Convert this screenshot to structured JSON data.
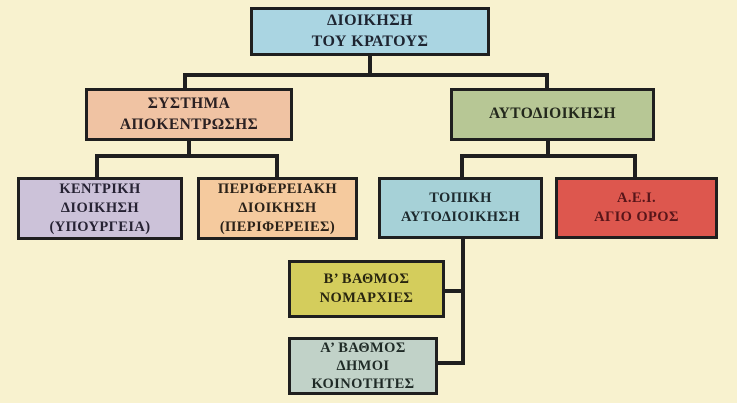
{
  "diagram": {
    "title": "ΔΙΟΙΚΗΣΗ ΤΟΥ ΚΡΑΤΟΥΣ",
    "background_color": "#f8f2cf",
    "connector_color": "#1f1f1f",
    "border_color": "#1f1f1f",
    "nodes": {
      "state_administration": {
        "lines": [
          "ΔΙΟΙΚΗΣΗ",
          "ΤΟΥ ΚΡΑΤΟΥΣ"
        ],
        "fill": "#aad5e2",
        "text_color": "#1e2430"
      },
      "decentralization_system": {
        "lines": [
          "ΣΥΣΤΗΜΑ",
          "ΑΠΟΚΕΝΤΡΩΣΗΣ"
        ],
        "fill": "#f0c3a3",
        "text_color": "#2a2022"
      },
      "self_government": {
        "lines": [
          "ΑΥΤΟΔΙΟΙΚΗΣΗ"
        ],
        "fill": "#b7c795",
        "text_color": "#23281c"
      },
      "central_administration": {
        "lines": [
          "ΚΕΝΤΡΙΚΗ",
          "ΔΙΟΙΚΗΣΗ",
          "(ΥΠΟΥΡΓΕΙΑ)"
        ],
        "fill": "#ccc2d9",
        "text_color": "#262233"
      },
      "regional_administration": {
        "lines": [
          "ΠΕΡΙΦΕΡΕΙΑΚΗ",
          "ΔΙΟΙΚΗΣΗ",
          "(ΠΕΡΙΦΕΡΕΙΕΣ)"
        ],
        "fill": "#f5ca9e",
        "text_color": "#2a2118"
      },
      "local_self_government": {
        "lines": [
          "ΤΟΠΙΚΗ",
          "ΑΥΤΟΔΙΟΙΚΗΣΗ"
        ],
        "fill": "#a6d1d7",
        "text_color": "#1d2a2e"
      },
      "aei_agio_oros": {
        "lines": [
          "Α.Ε.Ι.",
          "ΑΓΙΟ ΟΡΟΣ"
        ],
        "fill": "#dd574e",
        "text_color": "#571519"
      },
      "second_degree": {
        "lines": [
          "Β’ ΒΑΘΜΟΣ",
          "ΝΟΜΑΡΧΙΕΣ"
        ],
        "fill": "#d4cd5c",
        "text_color": "#28250f"
      },
      "first_degree": {
        "lines": [
          "Α’ ΒΑΘΜΟΣ",
          "ΔΗΜΟΙ",
          "ΚΟΙΝΟΤΗΤΕΣ"
        ],
        "fill": "#c1d2c8",
        "text_color": "#1f2a26"
      }
    },
    "edges": [
      {
        "from": "state_administration",
        "to": "decentralization_system"
      },
      {
        "from": "state_administration",
        "to": "self_government"
      },
      {
        "from": "decentralization_system",
        "to": "central_administration"
      },
      {
        "from": "decentralization_system",
        "to": "regional_administration"
      },
      {
        "from": "self_government",
        "to": "local_self_government"
      },
      {
        "from": "self_government",
        "to": "aei_agio_oros"
      },
      {
        "from": "local_self_government",
        "to": "second_degree"
      },
      {
        "from": "local_self_government",
        "to": "first_degree"
      }
    ]
  }
}
